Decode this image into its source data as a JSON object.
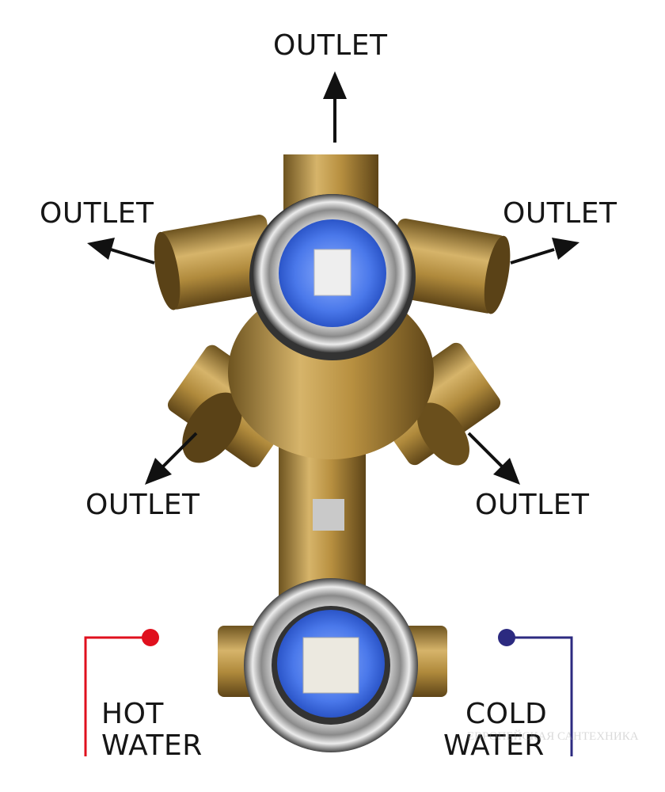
{
  "labels": {
    "outlet_top": "OUTLET",
    "outlet_upper_left": "OUTLET",
    "outlet_upper_right": "OUTLET",
    "outlet_lower_left": "OUTLET",
    "outlet_lower_right": "OUTLET",
    "hot_line1": "HOT",
    "hot_line2": "WATER",
    "cold_line1": "COLD",
    "cold_line2": "WATER"
  },
  "watermark": "ЕВРОПЕЙСКАЯ САНТЕХНИКА",
  "colors": {
    "hot": "#e0101e",
    "cold": "#2c2a80",
    "brass": "#b08a3c",
    "cartridge": "#3f6fe0"
  }
}
